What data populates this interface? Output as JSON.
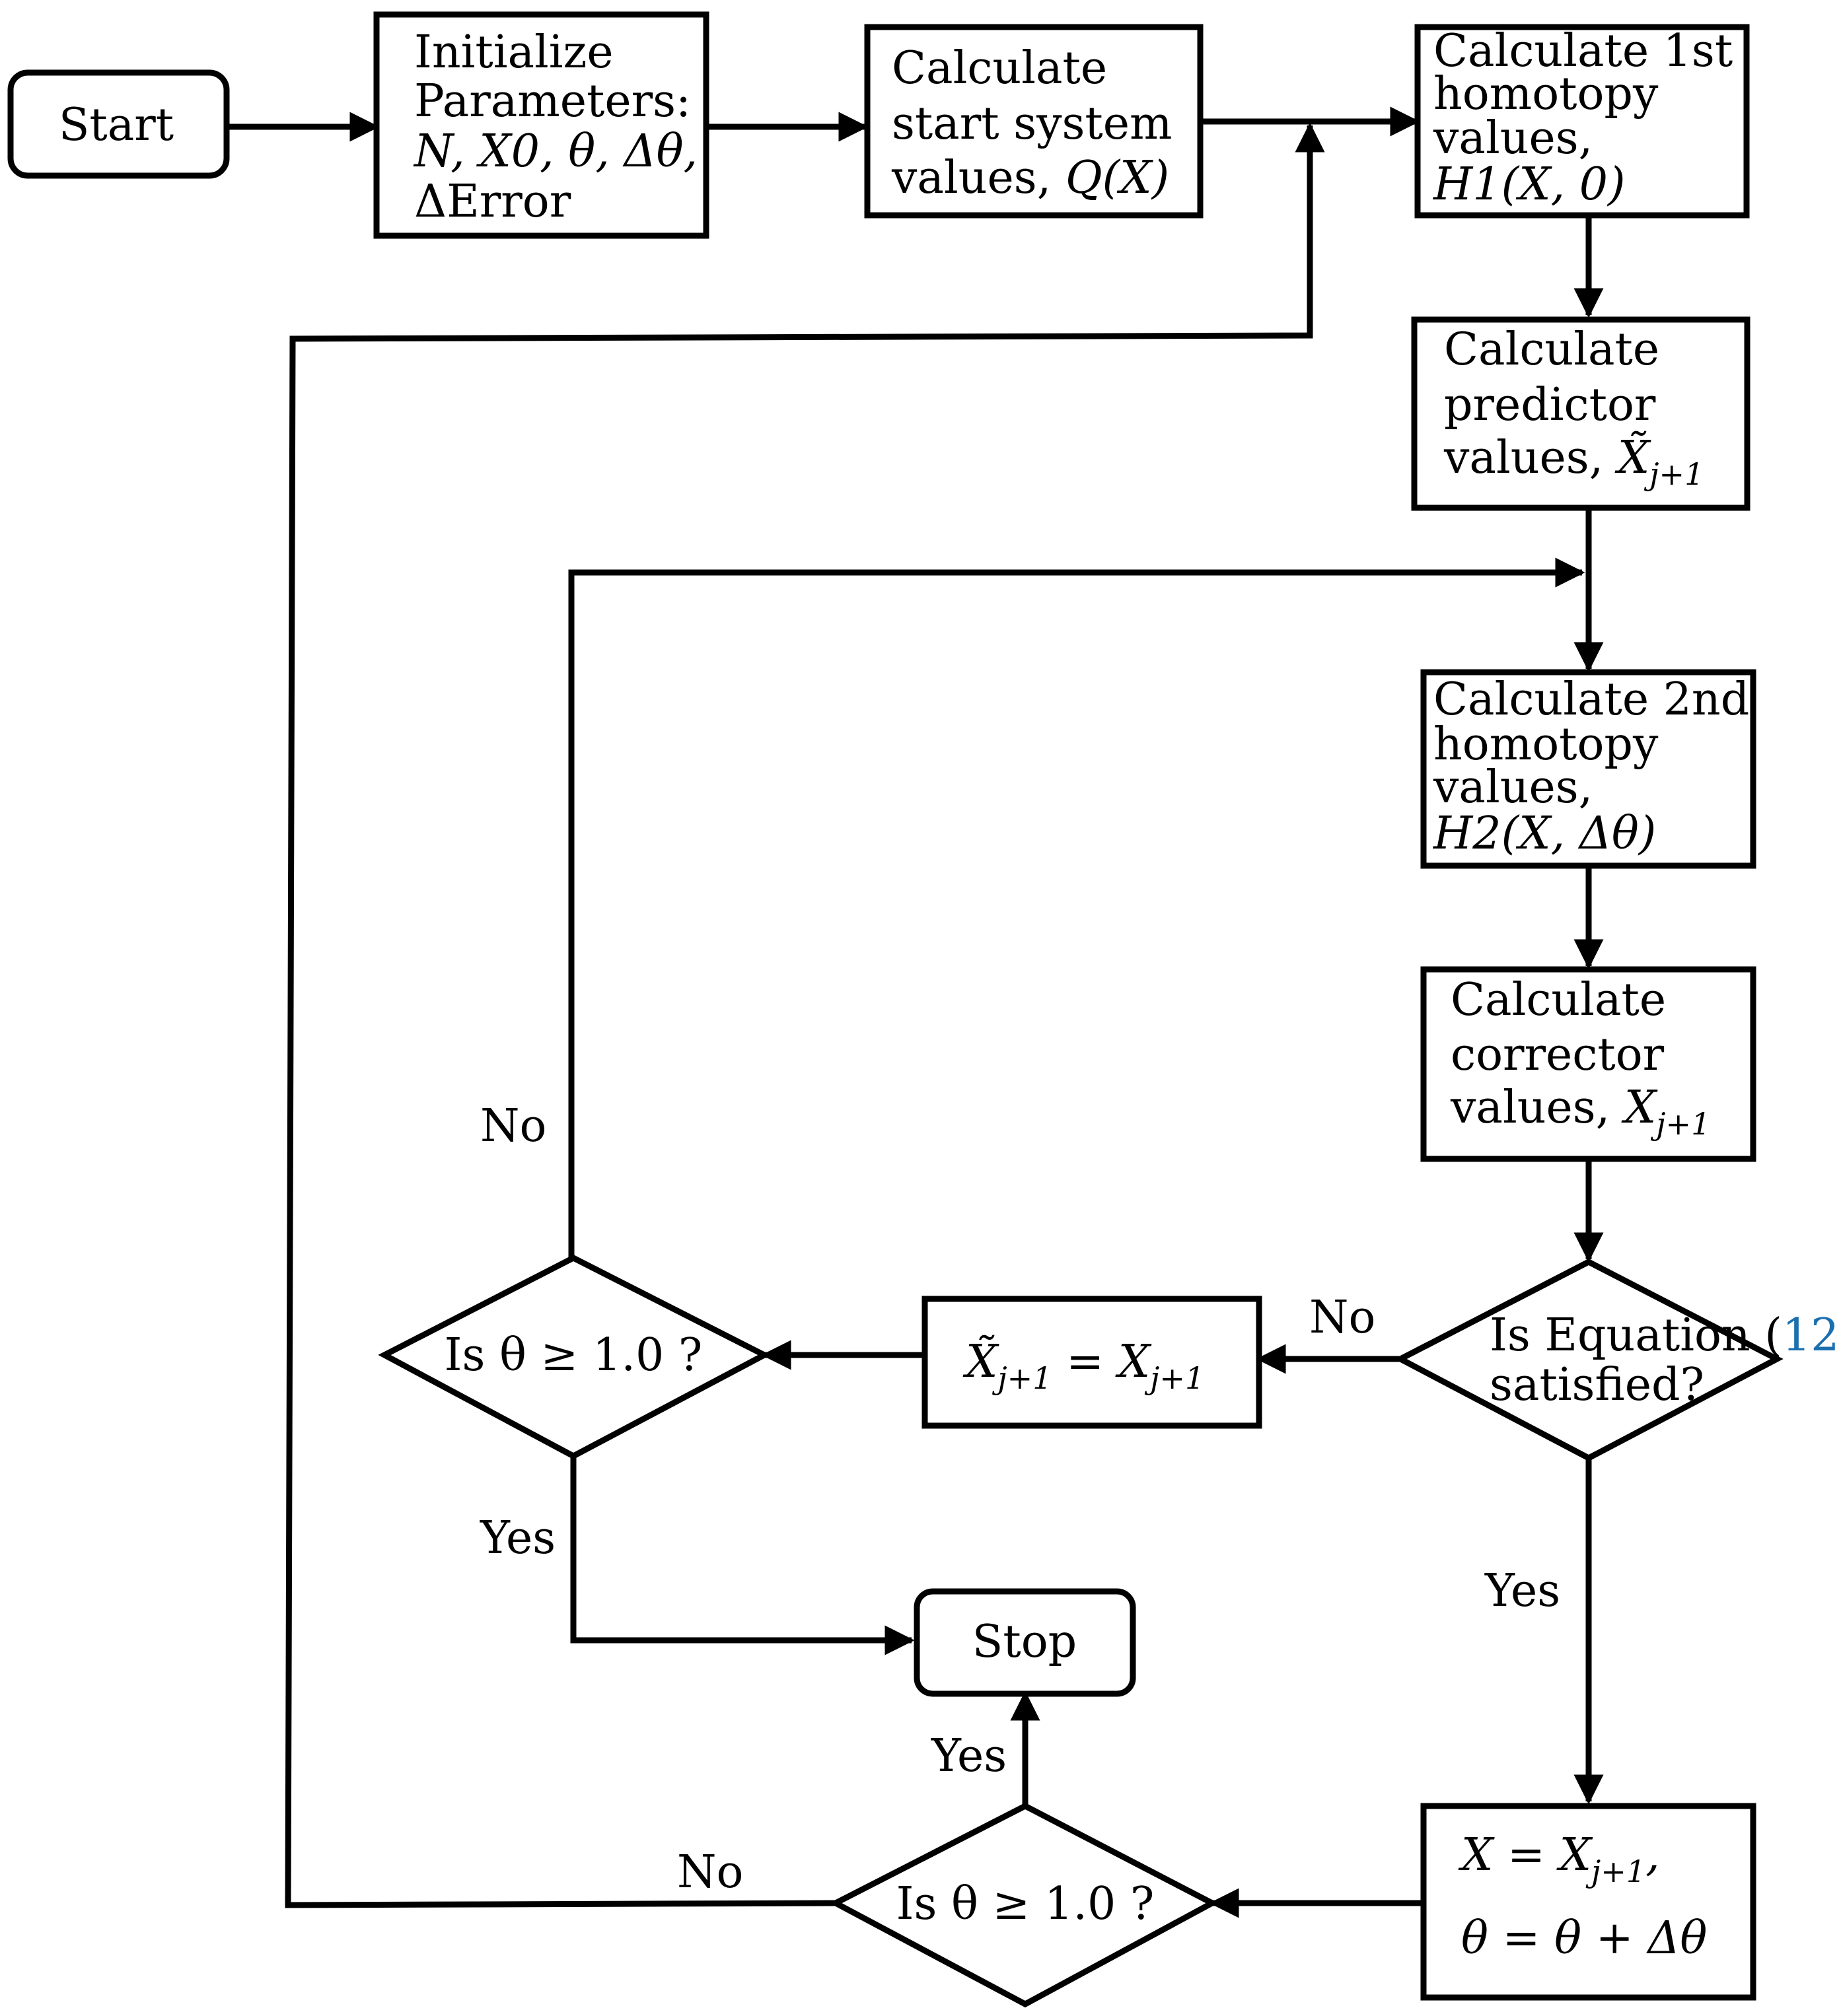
{
  "nodes": {
    "start": {
      "label": "Start"
    },
    "init": {
      "line1": "Initialize",
      "line2": "Parameters:",
      "line3": "N, X0, θ, Δθ,",
      "line4": "ΔError"
    },
    "start_system": {
      "line1": "Calculate",
      "line2": "start system",
      "line3_prefix": "values, ",
      "line3_math": "Q(X)"
    },
    "homotopy1": {
      "line1": "Calculate 1st",
      "line2": "homotopy",
      "line3": "values,",
      "line4": "H1(X, 0)"
    },
    "predictor": {
      "line1": "Calculate",
      "line2": "predictor",
      "line3_prefix": "values, ",
      "line3_math": "X̃",
      "line3_sub": "j+1"
    },
    "homotopy2": {
      "line1": "Calculate 2nd",
      "line2": "homotopy",
      "line3": "values,",
      "line4": "H2(X, Δθ)"
    },
    "corrector": {
      "line1": "Calculate",
      "line2": "corrector",
      "line3_prefix": "values, ",
      "line3_math": "X",
      "line3_sub": "j+1"
    },
    "check_eq": {
      "line1_prefix": "Is Equation (",
      "line1_ref": "12",
      "line1_suffix": ")",
      "line2": "satisfied?"
    },
    "assign": {
      "lhs": "X̃",
      "lhs_sub": "j+1",
      "op": " = ",
      "rhs": "X",
      "rhs_sub": "j+1"
    },
    "theta_check_upper": {
      "text": "Is θ ≥ 1.0 ?"
    },
    "update": {
      "line1_a": "X = X",
      "line1_sub": "j+1",
      "line1_b": ",",
      "line2": "θ = θ + Δθ"
    },
    "theta_check_lower": {
      "text": "Is θ ≥ 1.0 ?"
    },
    "stop": {
      "label": "Stop"
    }
  },
  "edge_labels": {
    "eq_no": "No",
    "eq_yes": "Yes",
    "upper_no": "No",
    "upper_yes": "Yes",
    "lower_yes": "Yes",
    "lower_no": "No"
  },
  "colors": {
    "stroke": "#000000",
    "reference_link": "#1a6fb0"
  }
}
